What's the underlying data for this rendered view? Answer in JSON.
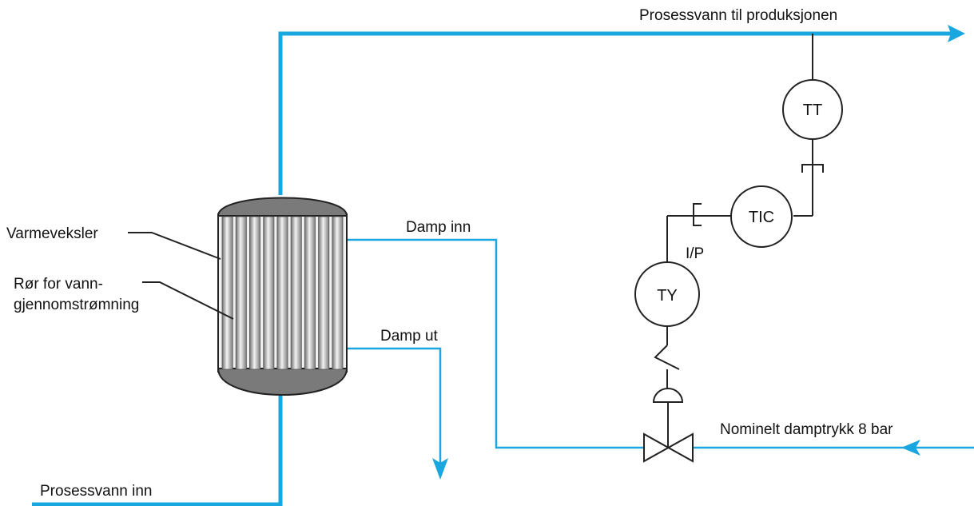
{
  "labels": {
    "water_out": "Prosessvann til produksjonen",
    "water_in": "Prosessvann inn",
    "steam_in": "Damp inn",
    "steam_out": "Damp ut",
    "nominal_pressure": "Nominelt damptrykk 8 bar",
    "heat_exchanger": "Varmeveksler",
    "tubes_line1": "Rør for vann-",
    "tubes_line2": "gjennomstrømning",
    "ip_converter": "I/P"
  },
  "instruments": {
    "tt": "TT",
    "tic": "TIC",
    "ty": "TY"
  },
  "colors": {
    "process_line": "#1aa7e0",
    "signal_line": "#222222",
    "vessel_dark": "#7a7a7a"
  }
}
